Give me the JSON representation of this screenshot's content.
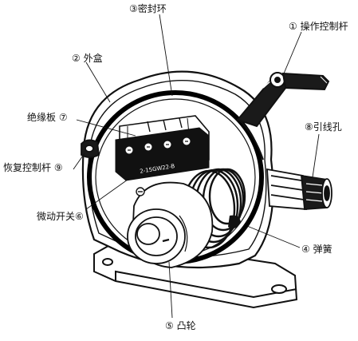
{
  "labels": {
    "seal_ring": "③密封环",
    "control_lever": "① 操作控制杆",
    "housing": "② 外盒",
    "insulating_board": "绝缘板 ⑦",
    "wire_hole": "⑧引线孔",
    "reset_lever": "恢复控制杆 ⑨",
    "micro_switch": "微动开关⑥",
    "spring": "④ 弹簧",
    "cam": "⑤ 凸轮"
  },
  "switch_marking": "2-15GW22-B"
}
